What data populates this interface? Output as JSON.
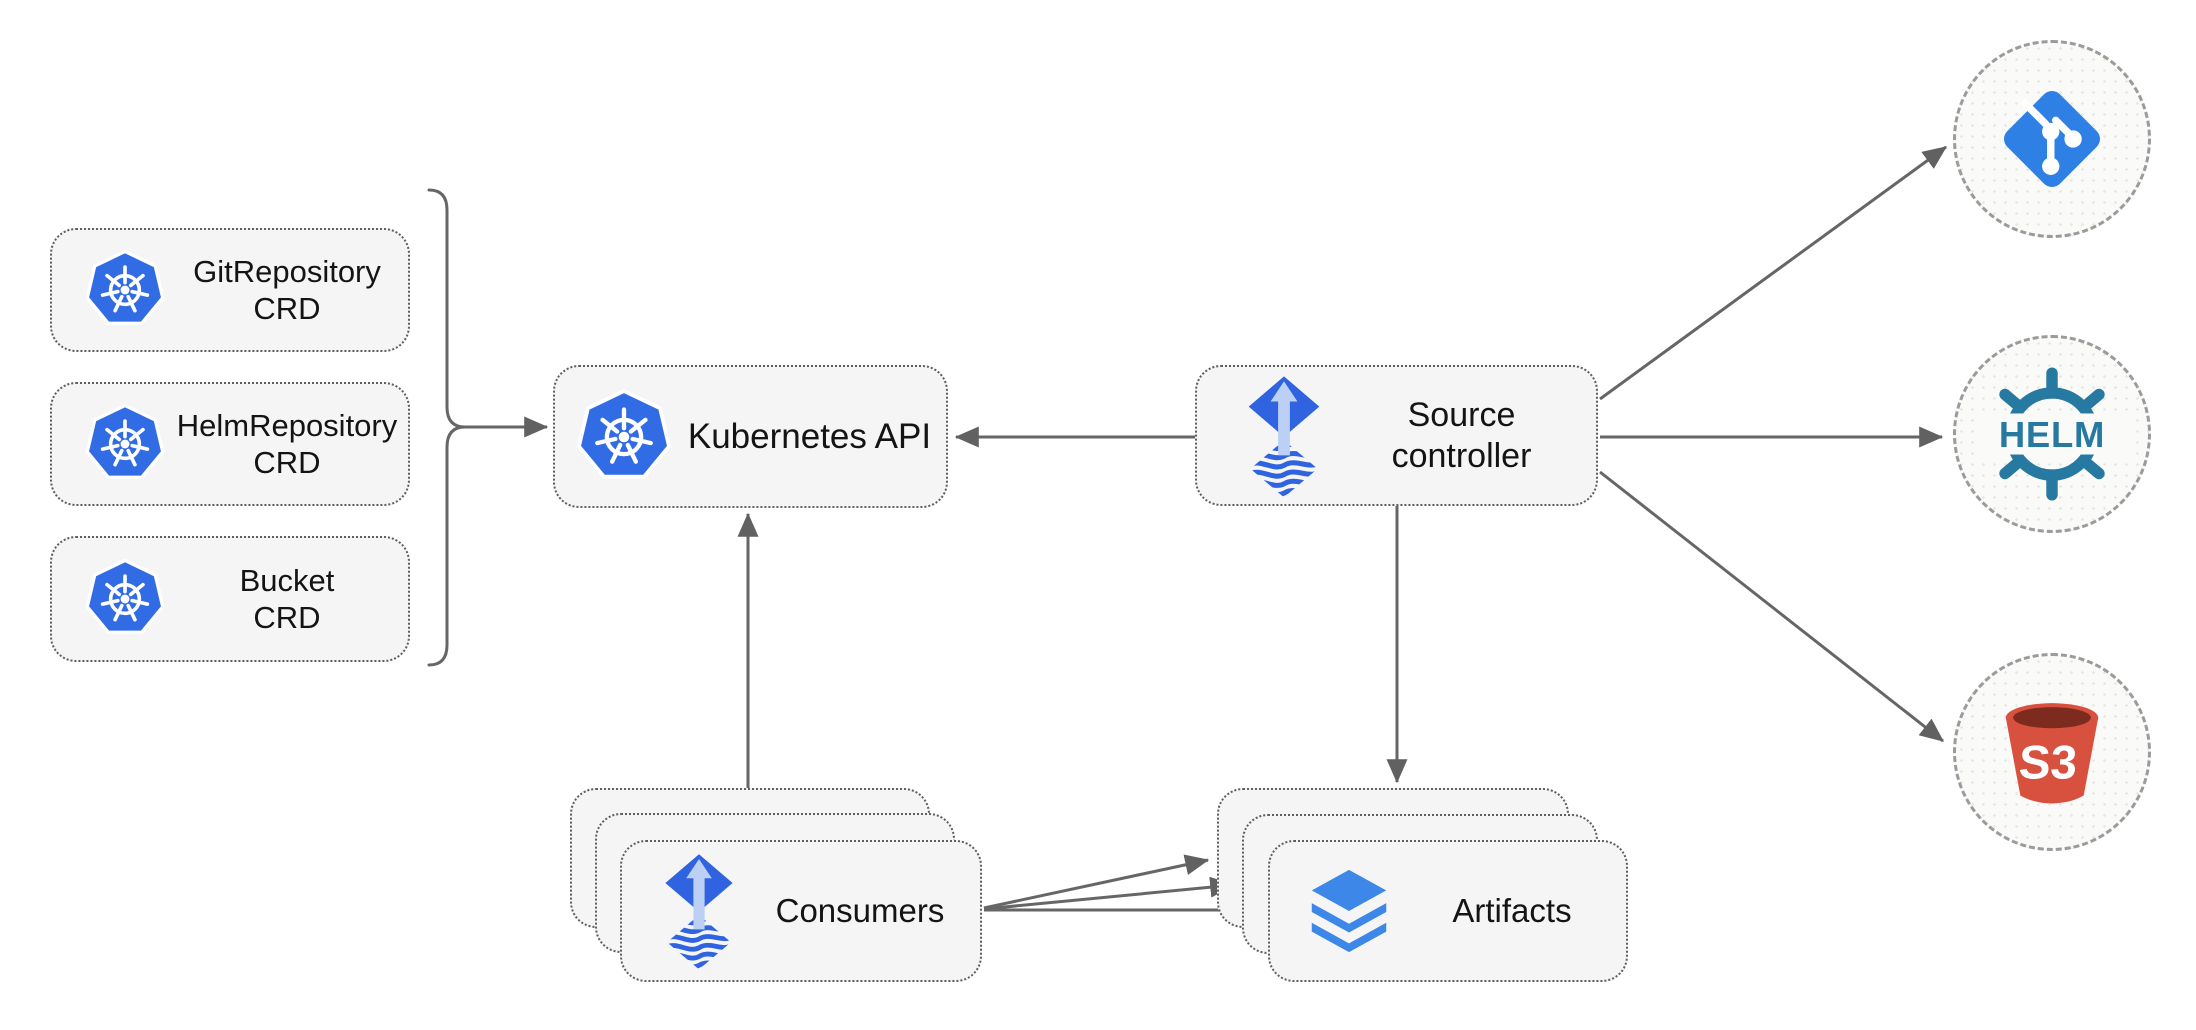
{
  "diagram": {
    "nodes": {
      "crds": [
        {
          "label": "GitRepository\nCRD",
          "icon": "kubernetes-icon"
        },
        {
          "label": "HelmRepository\nCRD",
          "icon": "kubernetes-icon"
        },
        {
          "label": "Bucket\nCRD",
          "icon": "kubernetes-icon"
        }
      ],
      "kubernetes_api": {
        "label": "Kubernetes API",
        "icon": "kubernetes-icon"
      },
      "source_controller": {
        "label": "Source\ncontroller",
        "icon": "flux-icon"
      },
      "consumers": {
        "label": "Consumers",
        "icon": "flux-icon",
        "stack_count": 3
      },
      "artifacts": {
        "label": "Artifacts",
        "icon": "layers-icon",
        "stack_count": 3
      }
    },
    "external_sources": {
      "git": {
        "icon": "git-icon"
      },
      "helm": {
        "icon": "helm-icon",
        "label": "HELM"
      },
      "s3": {
        "icon": "s3-bucket-icon",
        "label": "S3"
      }
    },
    "colors": {
      "kubernetes_blue": "#326ce5",
      "flux_blue": "#2f63e0",
      "flux_arrow_light_blue": "#bcd0f5",
      "git_blue": "#2f80e4",
      "helm_teal": "#2679a0",
      "s3_red": "#d8503e",
      "s3_dark_red": "#7d2b1f",
      "artifacts_blue": "#3d87e8",
      "node_fill": "#f5f5f5",
      "node_border_gray": "#5e5e5e",
      "connector_gray": "#666666",
      "circle_border_gray": "#9b9b9b",
      "text_black": "#141414"
    }
  }
}
